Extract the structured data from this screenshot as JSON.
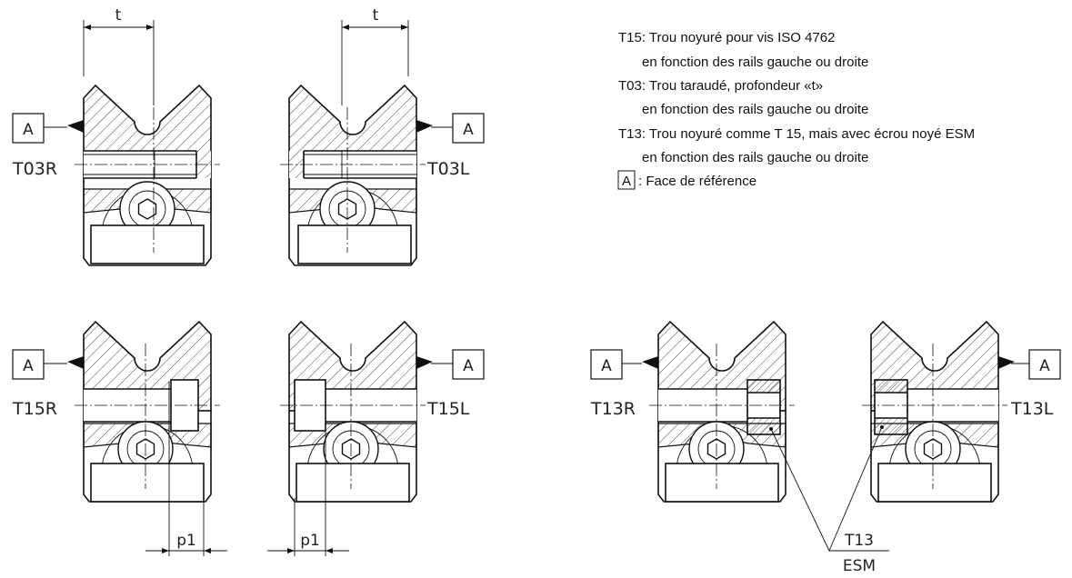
{
  "legend": {
    "t15_line1": "T15: Trou noyuré pour vis ISO 4762",
    "t15_line2": "en fonction des rails gauche ou droite",
    "t03_line1": "T03: Trou taraudé, profondeur «t»",
    "t03_line2": "en fonction des rails gauche ou droite",
    "t13_line1": "T13: Trou noyuré comme T 15, mais avec écrou noyé ESM",
    "t13_line2": "en fonction des rails gauche ou droite",
    "ref_letter": "A",
    "ref_text": ": Face de référence"
  },
  "views": {
    "t03r": {
      "label": "T03R",
      "dim": "t",
      "ref": "A"
    },
    "t03l": {
      "label": "T03L",
      "dim": "t",
      "ref": "A"
    },
    "t15r": {
      "label": "T15R",
      "dim": "p1",
      "ref": "A"
    },
    "t15l": {
      "label": "T15L",
      "dim": "p1",
      "ref": "A"
    },
    "t13r": {
      "label": "T13R",
      "ref": "A"
    },
    "t13l": {
      "label": "T13L",
      "ref": "A"
    }
  },
  "callout": {
    "top": "T13",
    "bottom": "ESM"
  }
}
